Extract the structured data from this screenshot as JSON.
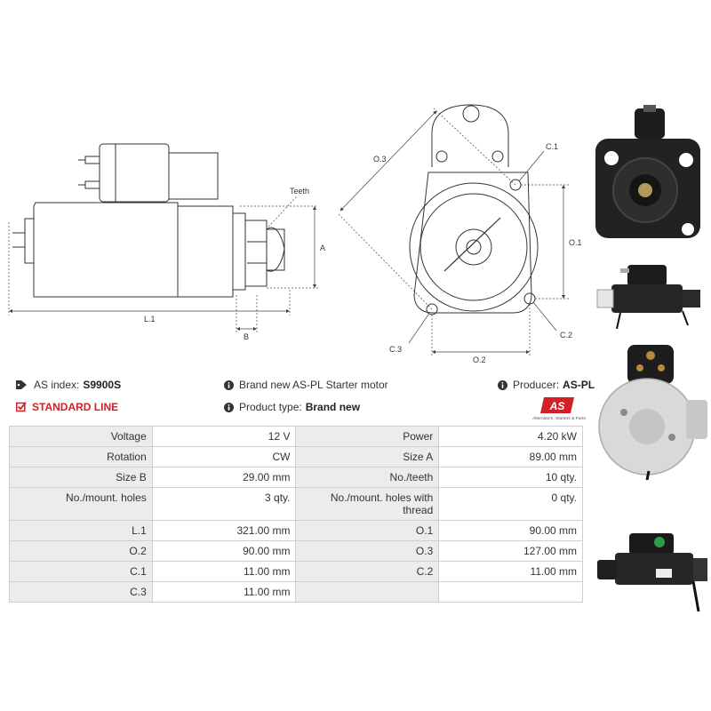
{
  "header": {
    "as_index_label": "AS index:",
    "as_index_value": "S9900S",
    "description": "Brand new AS-PL Starter motor",
    "producer_label": "Producer:",
    "producer_value": "AS-PL",
    "line_label": "STANDARD LINE",
    "product_type_label": "Product type:",
    "product_type_value": "Brand new",
    "logo_text": "AS",
    "logo_tagline": "Alternators, Starters & Parts"
  },
  "drawing_labels": {
    "teeth": "Teeth",
    "a": "A",
    "b": "B",
    "l1": "L.1",
    "o1": "O.1",
    "o2": "O.2",
    "o3": "O.3",
    "c1": "C.1",
    "c2": "C.2",
    "c3": "C.3"
  },
  "specs": {
    "rows": [
      {
        "l1": "Voltage",
        "v1": "12 V",
        "l2": "Power",
        "v2": "4.20 kW"
      },
      {
        "l1": "Rotation",
        "v1": "CW",
        "l2": "Size A",
        "v2": "89.00 mm"
      },
      {
        "l1": "Size B",
        "v1": "29.00 mm",
        "l2": "No./teeth",
        "v2": "10 qty."
      },
      {
        "l1": "No./mount. holes",
        "v1": "3 qty.",
        "l2": "No./mount. holes with thread",
        "v2": "0 qty."
      },
      {
        "l1": "L.1",
        "v1": "321.00 mm",
        "l2": "O.1",
        "v2": "90.00 mm"
      },
      {
        "l1": "O.2",
        "v1": "90.00 mm",
        "l2": "O.3",
        "v2": "127.00 mm"
      },
      {
        "l1": "C.1",
        "v1": "11.00 mm",
        "l2": "C.2",
        "v2": "11.00 mm"
      },
      {
        "l1": "C.3",
        "v1": "11.00 mm",
        "l2": "",
        "v2": ""
      }
    ]
  },
  "icons": {
    "tag": "tag-icon",
    "info": "info-icon",
    "check": "checkbox-icon"
  },
  "colors": {
    "accent_red": "#d32027",
    "label_bg": "#ececec",
    "border": "#cfcfcf"
  }
}
